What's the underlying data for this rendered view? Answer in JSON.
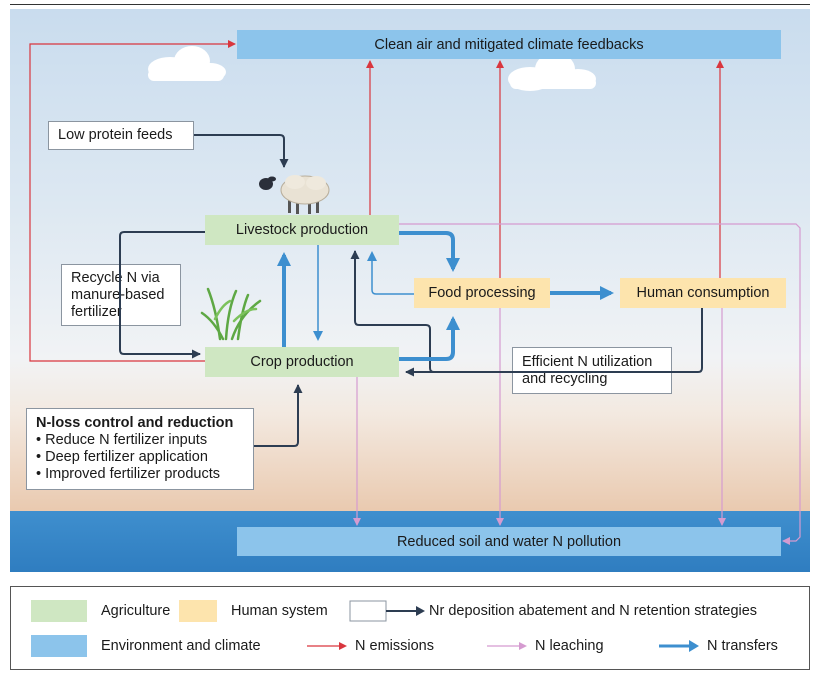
{
  "boxes": {
    "clean_air": "Clean air and mitigated climate feedbacks",
    "low_protein": "Low protein feeds",
    "livestock": "Livestock production",
    "recycle": [
      "Recycle N via",
      "manure-based",
      "fertilizer"
    ],
    "food_processing": "Food processing",
    "human_consumption": "Human consumption",
    "crop": "Crop production",
    "efficient": [
      "Efficient N utilization",
      "and recycling"
    ],
    "nloss_title": "N-loss control and reduction",
    "nloss_items": [
      "• Reduce N fertilizer inputs",
      "• Deep fertilizer application",
      "• Improved fertilizer products"
    ],
    "reduced_pollution": "Reduced soil and water N pollution"
  },
  "legend": {
    "agriculture": "Agriculture",
    "human_system": "Human system",
    "strategies": "Nr deposition abatement and N retention strategies",
    "environment": "Environment and climate",
    "emissions": "N emissions",
    "leaching": "N leaching",
    "transfers": "N transfers"
  },
  "colors": {
    "agriculture": "#cfe7c2",
    "human_system": "#fde4ad",
    "environment": "#8cc4eb",
    "strategy_border": "#8b95a0",
    "emissions": "#d9363e",
    "leaching": "#d59bd0",
    "transfers": "#3d8fcf",
    "strategy_arrow": "#2d3d52"
  },
  "icons": [
    "sheep-icon",
    "crop-plant-icon",
    "cloud-icon"
  ]
}
